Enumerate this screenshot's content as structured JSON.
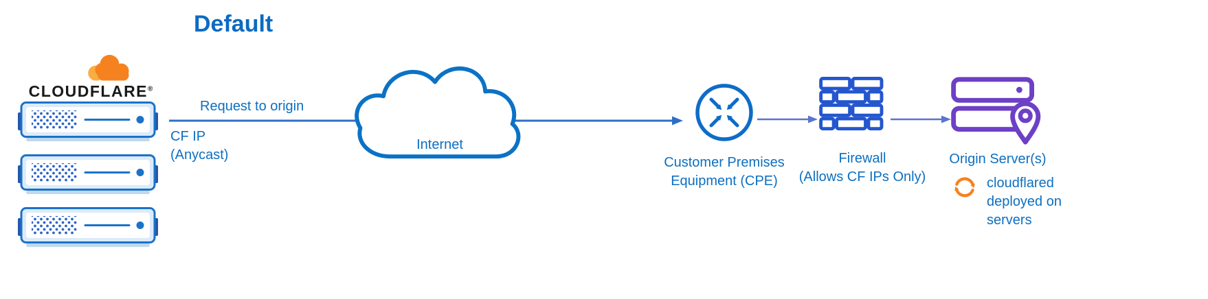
{
  "title": "Default",
  "logo": {
    "brand": "CLOUDFLARE",
    "registered": "®"
  },
  "edge": {
    "request_label": "Request to origin",
    "ip_label": "CF IP\n(Anycast)"
  },
  "internet": {
    "label": "Internet"
  },
  "cpe": {
    "label": "Customer Premises\nEquipment (CPE)"
  },
  "firewall": {
    "label": "Firewall\n(Allows CF IPs Only)"
  },
  "origin": {
    "label": "Origin Server(s)",
    "note": "cloudflared\ndeployed on\nservers"
  },
  "icons": {
    "logo": "cloudflare-cloud-icon",
    "edge_servers": "server-icon",
    "internet": "internet-cloud-icon",
    "cpe": "cpe-router-icon",
    "firewall": "firewall-bricks-icon",
    "origin": "origin-servers-icon",
    "origin_pin": "location-pin-icon",
    "cloudflared": "sync-arrows-icon"
  },
  "colors": {
    "text_blue": "#0d6fc0",
    "title_blue": "#0b6bc2",
    "cloud_blue": "#0b72c6",
    "cpe_blue": "#0e6cc8",
    "firewall_blue": "#2456cf",
    "server_border": "#1b72c8",
    "server_fill": "#dcebfa",
    "server_dot": "#2a63c9",
    "server_tab": "#2457a8",
    "main_arrow": "#2e6fc4",
    "connector": "#5b74ce",
    "purple": "#6d40c6",
    "orange": "#f6821f",
    "orange_light": "#fbad41",
    "brand_text": "#191919"
  }
}
